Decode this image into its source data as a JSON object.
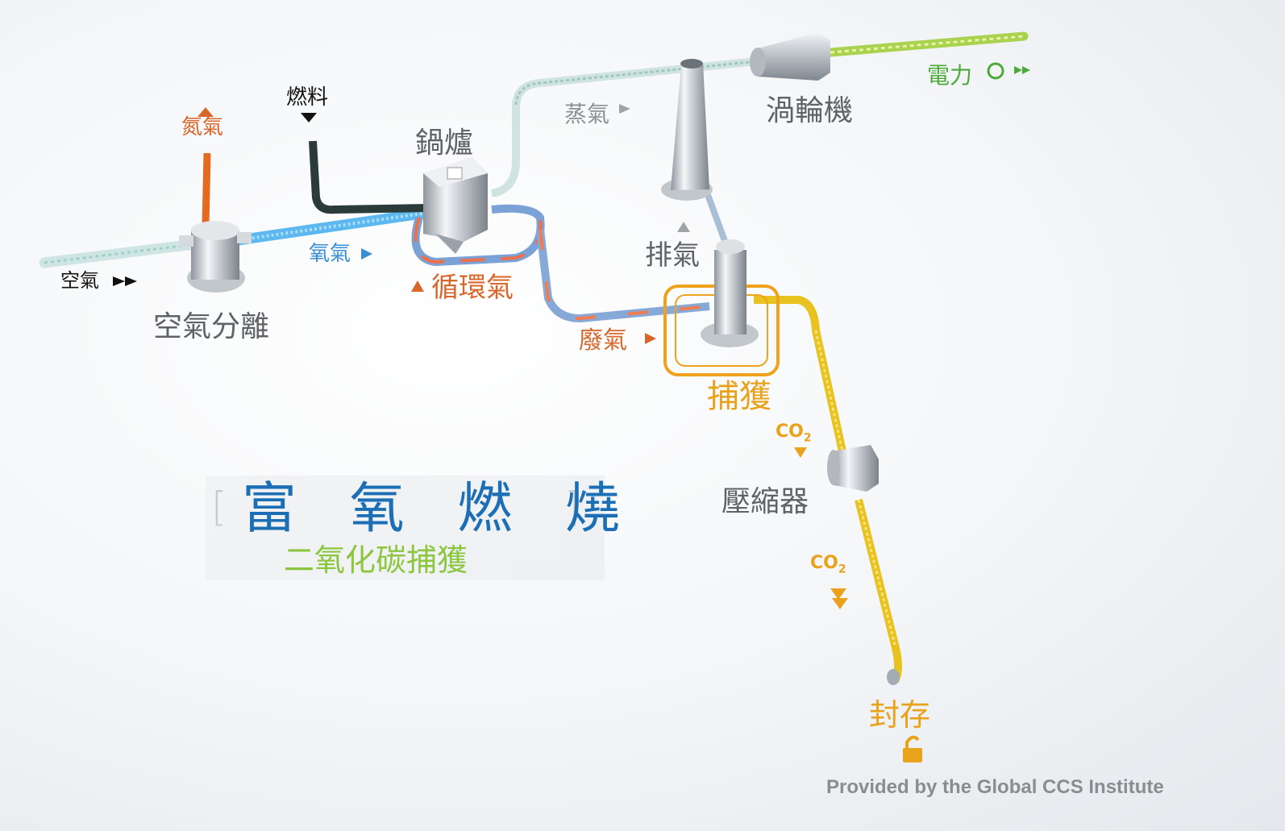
{
  "title": {
    "main": "富 氧 燃 燒",
    "sub": "二氧化碳捕獲"
  },
  "labels": {
    "air": "空氣",
    "air_separation": "空氣分離",
    "nitrogen": "氮氣",
    "fuel": "燃料",
    "boiler": "鍋爐",
    "oxygen": "氧氣",
    "recycle_gas": "循環氣",
    "steam": "蒸氣",
    "exhaust": "排氣",
    "turbine": "渦輪機",
    "electricity": "電力",
    "flue_gas": "廢氣",
    "capture": "捕獲",
    "co2_1": "CO",
    "co2_1_sub": "2",
    "compressor": "壓縮器",
    "co2_2": "CO",
    "co2_2_sub": "2",
    "storage": "封存"
  },
  "credit": "Provided by the Global CCS Institute",
  "colors": {
    "title_blue": "#1d6fb5",
    "subtitle_green": "#8cc63f",
    "oxygen_blue": "#3a8fd4",
    "nitrogen_orange": "#d9662a",
    "co2_amber": "#e8a21c",
    "power_green": "#4caa3a"
  }
}
